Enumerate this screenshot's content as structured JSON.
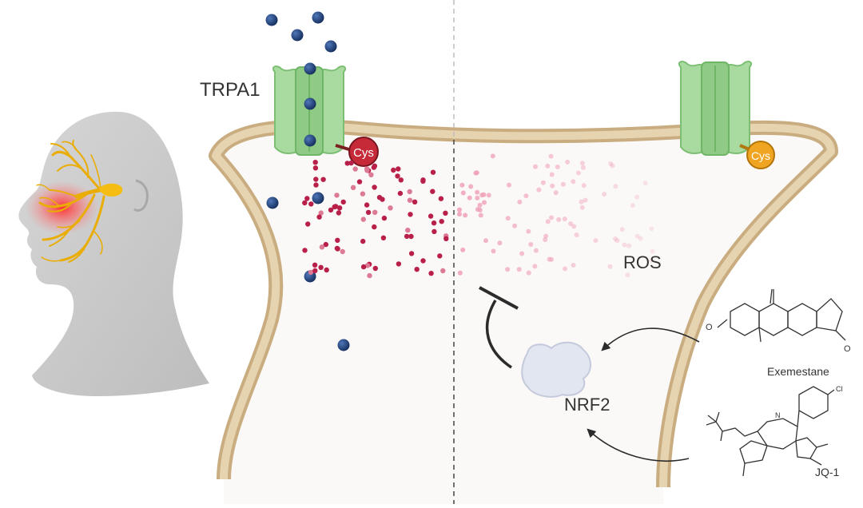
{
  "labels": {
    "trpa1": "TRPA1",
    "cys_left": "Cys",
    "cys_right": "Cys",
    "ros": "ROS",
    "nrf2": "NRF2",
    "exemestane": "Exemestane",
    "jq1": "JQ-1",
    "chlorine": "Cl",
    "oxo": "O",
    "nitrogen": "N"
  },
  "colors": {
    "membrane": "#d9c29b",
    "membrane_edge": "#c9ad80",
    "cytoplasm": "#fbf9f7",
    "channel": "#9fd497",
    "channel_dark": "#7cbf73",
    "ion": "#1f3f7a",
    "ros_active": "#b8204a",
    "ros_faded": "#f2b8c8",
    "cys_left": "#c62a38",
    "cys_right": "#f0a522",
    "nrf2": "#dfe3ef",
    "nerve": "#f2b705",
    "head": "#cfcfcf",
    "pain": "#ff3b3b"
  },
  "icons": [
    "head-silhouette-icon",
    "trigeminal-nerve-icon",
    "ion-channel-icon",
    "protein-blob-icon",
    "inhibition-arrow-icon",
    "molecule-structure-icon"
  ]
}
